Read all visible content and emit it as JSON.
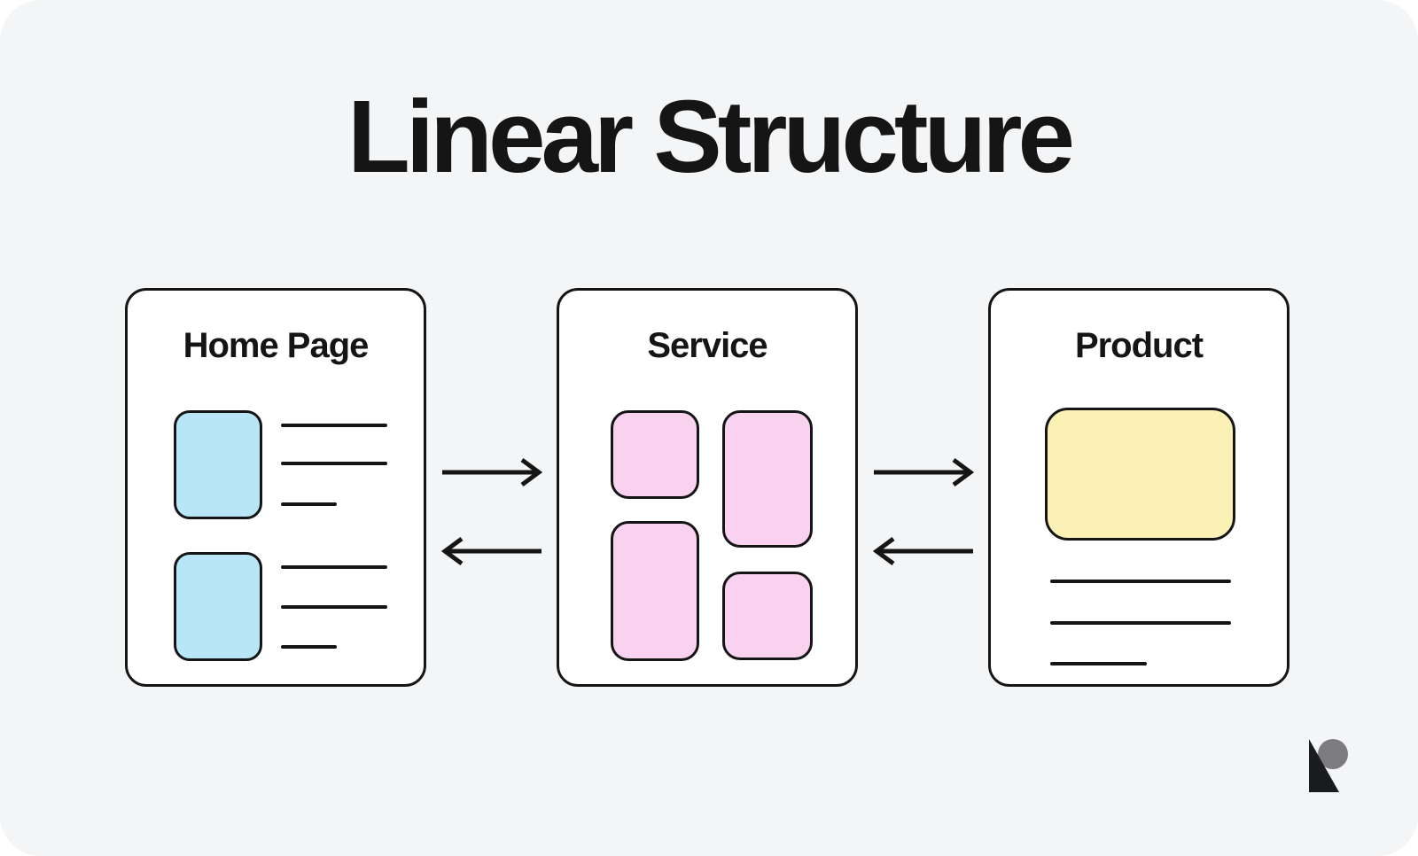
{
  "title": "Linear Structure",
  "cards": [
    {
      "label": "Home Page"
    },
    {
      "label": "Service"
    },
    {
      "label": "Product"
    }
  ],
  "icons": {
    "forward_arrows": "right-arrow",
    "backward_arrows": "left-arrow",
    "brand_logo": "r-mark"
  },
  "colors": {
    "panel_background": "#f4f5f6",
    "card_background": "#ffffff",
    "stroke": "#151515",
    "home_block_fill": "#b8e6f7",
    "service_block_fill": "#f9d2ef",
    "product_block_fill": "#fcf1b5",
    "logo_gray": "#7c7c7e",
    "logo_black": "#1a1b1d"
  }
}
